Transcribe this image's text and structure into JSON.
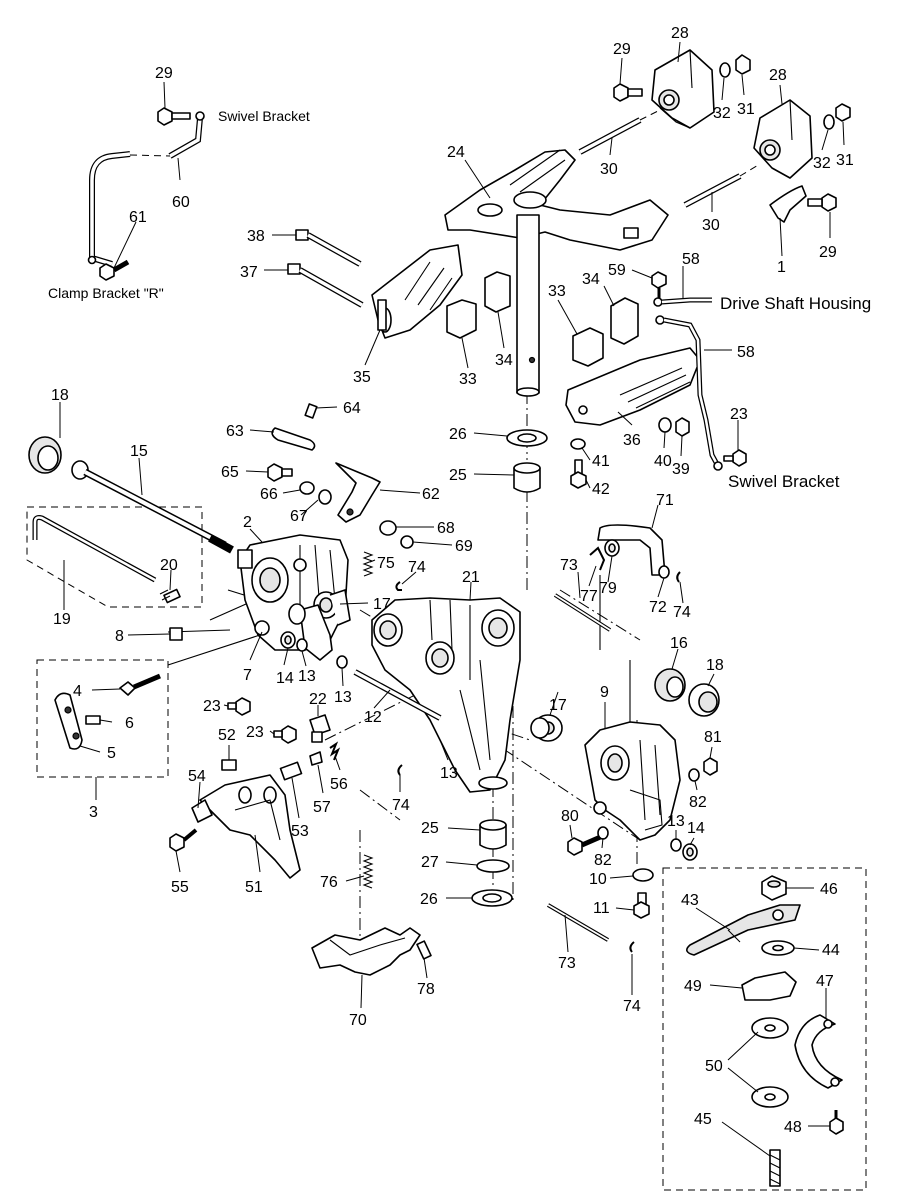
{
  "notes": {
    "swivel_bracket_top": "Swivel Bracket",
    "clamp_bracket_r": "Clamp Bracket \"R\"",
    "drive_shaft_housing": "Drive Shaft Housing",
    "swivel_bracket_right": "Swivel Bracket"
  },
  "labels": {
    "p29a": "29",
    "p60": "60",
    "p61": "61",
    "p29b": "29",
    "p28a": "28",
    "p32a": "32",
    "p31a": "31",
    "p28b": "28",
    "p32b": "32",
    "p31b": "31",
    "p24": "24",
    "p30a": "30",
    "p30b": "30",
    "p1": "1",
    "p29c": "29",
    "p38": "38",
    "p37": "37",
    "p35": "35",
    "p34a": "34",
    "p33a": "33",
    "p59": "59",
    "p58a": "58",
    "p34b": "34",
    "p33b": "33",
    "p58b": "58",
    "p18a": "18",
    "p15": "15",
    "p64": "64",
    "p63": "63",
    "p26a": "26",
    "p36": "36",
    "p40": "40",
    "p39": "39",
    "p41": "41",
    "p23a": "23",
    "p25a": "25",
    "p42": "42",
    "p65": "65",
    "p66": "66",
    "p67": "67",
    "p62": "62",
    "p2": "2",
    "p68": "68",
    "p69": "69",
    "p71": "71",
    "p20": "20",
    "p75": "75",
    "p74a": "74",
    "p21": "21",
    "p73a": "73",
    "p79": "79",
    "p77": "77",
    "p72": "72",
    "p74b": "74",
    "p19": "19",
    "p17a": "17",
    "p16": "16",
    "p18b": "18",
    "p8": "8",
    "p7": "7",
    "p14a": "14",
    "p13a": "13",
    "p13b": "13",
    "p4": "4",
    "p6": "6",
    "p5": "5",
    "p3": "3",
    "p23b": "23",
    "p22": "22",
    "p23c": "23",
    "p12": "12",
    "p17b": "17",
    "p9": "9",
    "p52": "52",
    "p81": "81",
    "p54": "54",
    "p56": "56",
    "p57": "57",
    "p53": "53",
    "p13c": "13",
    "p74c": "74",
    "p82a": "82",
    "p80": "80",
    "p82b": "82",
    "p13d": "13",
    "p14b": "14",
    "p55": "55",
    "p51": "51",
    "p25b": "25",
    "p27": "27",
    "p10": "10",
    "p46": "46",
    "p76": "76",
    "p26b": "26",
    "p11": "11",
    "p43": "43",
    "p44": "44",
    "p73b": "73",
    "p78": "78",
    "p74d": "74",
    "p49": "49",
    "p47": "47",
    "p70": "70",
    "p50": "50",
    "p45": "45",
    "p48": "48"
  }
}
